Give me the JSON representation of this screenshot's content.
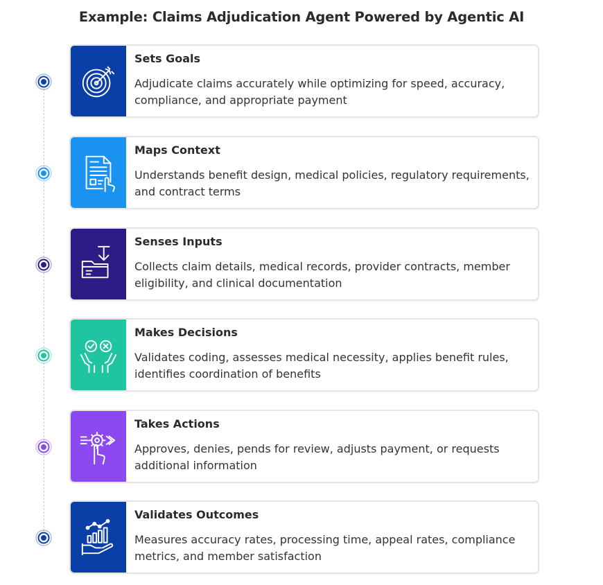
{
  "title": "Example: Claims Adjudication Agent Powered by Agentic AI",
  "steps": [
    {
      "title": "Sets Goals",
      "desc": "Adjudicate claims accurately while optimizing for speed, accuracy, compliance, and appropriate payment",
      "icon": "target-icon",
      "color": "#0a3fa8"
    },
    {
      "title": "Maps Context",
      "desc": "Understands benefit design, medical policies, regulatory requirements, and contract terms",
      "icon": "document-icon",
      "color": "#1a93f0"
    },
    {
      "title": "Senses Inputs",
      "desc": "Collects claim details, medical records, provider contracts, member eligibility, and clinical documentation",
      "icon": "folder-download-icon",
      "color": "#2d1a85"
    },
    {
      "title": "Makes Decisions",
      "desc": "Validates coding, assesses medical necessity, applies benefit rules, identifies coordination of benefits",
      "icon": "decision-hands-icon",
      "color": "#1fc4a0"
    },
    {
      "title": "Takes Actions",
      "desc": "Approves, denies, pends for review, adjusts payment, or requests additional information",
      "icon": "gear-hand-icon",
      "color": "#8c49f0"
    },
    {
      "title": "Validates Outcomes",
      "desc": "Measures accuracy rates, processing time, appeal rates, compliance metrics, and member satisfaction",
      "icon": "chart-hand-icon",
      "color": "#0a3fa8"
    }
  ]
}
